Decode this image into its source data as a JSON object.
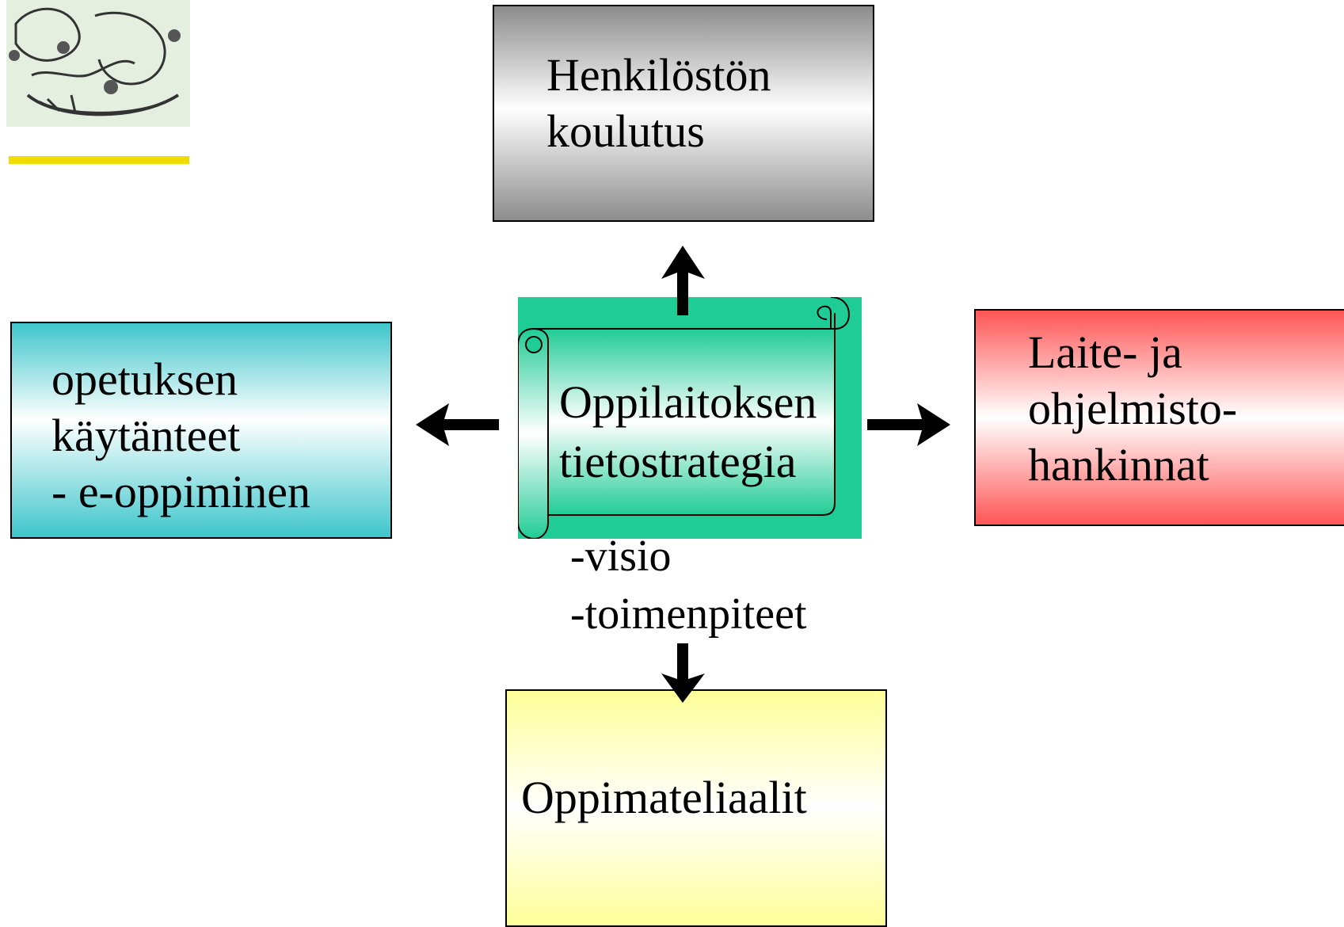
{
  "diagram": {
    "center": {
      "title": "Oppilaitoksen\ntietostrategia",
      "subtitle": "-visio\n-toimenpiteet"
    },
    "top": {
      "label": "Henkilöstön\nkoulutus"
    },
    "left": {
      "label": "opetuksen\nkäytänteet\n- e-oppiminen"
    },
    "right": {
      "label": "Laite- ja\nohjelmisto-\nhankinnat"
    },
    "bottom": {
      "label": "Oppimateliaalit"
    }
  },
  "colors": {
    "top_box": "#8c8c8c",
    "left_box": "#3ec6cc",
    "right_box": "#ff5555",
    "bottom_box": "#ffff99",
    "scroll_bg": "#20cc95",
    "emblem_underline": "#f0dc00"
  },
  "icons": {
    "emblem": "coat-of-arms-lion-icon"
  }
}
